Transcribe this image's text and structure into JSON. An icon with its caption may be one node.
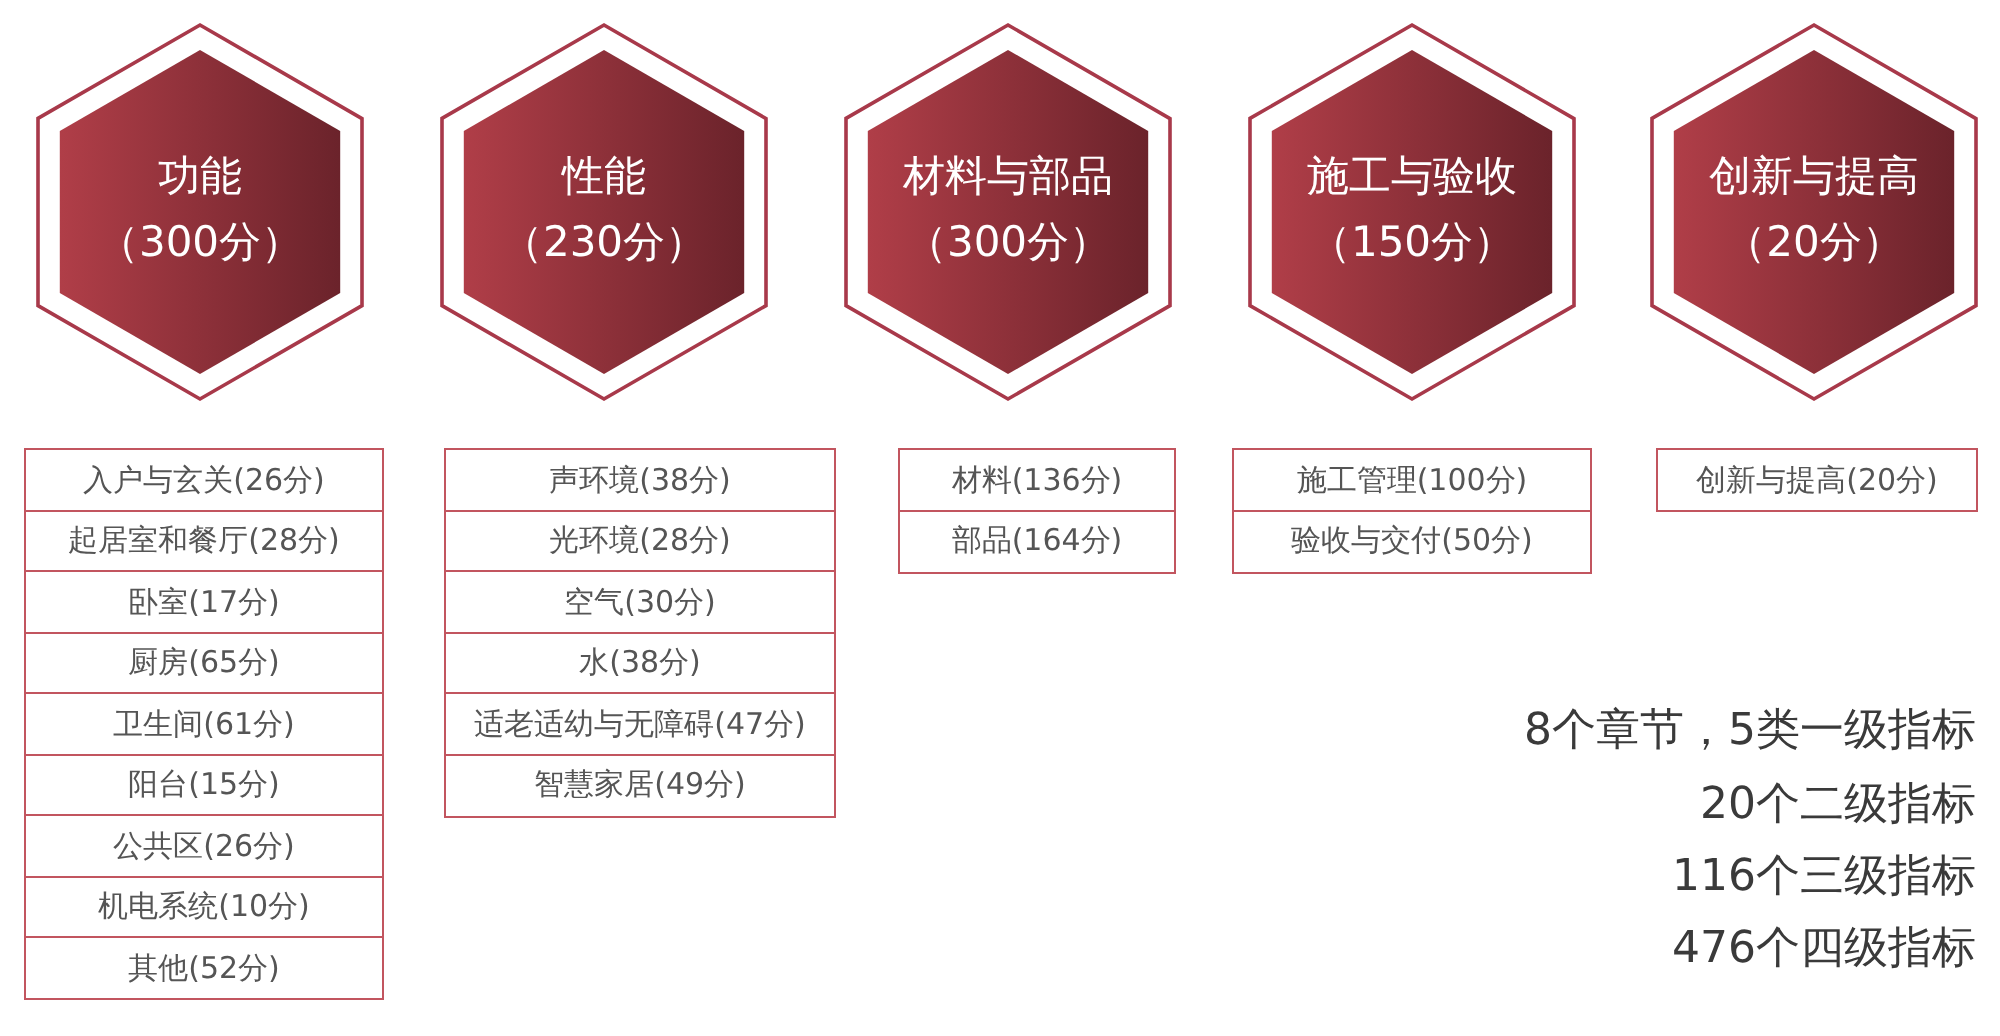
{
  "diagram": {
    "nodes": [
      {
        "text": [
          "功能",
          "（300分）"
        ]
      },
      {
        "text": [
          "性能",
          "（230分）"
        ]
      },
      {
        "text": [
          "材料与部品",
          "（300分）"
        ]
      },
      {
        "text": [
          "施工与验收",
          "（150分）"
        ]
      },
      {
        "text": [
          "创新与提高",
          "（20分）"
        ]
      },
      {
        "text": [
          "入户与玄关(26分)"
        ]
      },
      {
        "text": [
          "起居室和餐厅(28分)"
        ]
      },
      {
        "text": [
          "卧室(17分)"
        ]
      },
      {
        "text": [
          "厨房(65分)"
        ]
      },
      {
        "text": [
          "卫生间(61分)"
        ]
      },
      {
        "text": [
          "阳台(15分)"
        ]
      },
      {
        "text": [
          "公共区(26分)"
        ]
      },
      {
        "text": [
          "机电系统(10分)"
        ]
      },
      {
        "text": [
          "其他(52分)"
        ]
      },
      {
        "text": [
          "声环境(38分)"
        ]
      },
      {
        "text": [
          "光环境(28分)"
        ]
      },
      {
        "text": [
          "空气(30分)"
        ]
      },
      {
        "text": [
          "水(38分)"
        ]
      },
      {
        "text": [
          "适老适幼与无障碍(47分)"
        ]
      },
      {
        "text": [
          "智慧家居(49分)"
        ]
      },
      {
        "text": [
          "材料(136分)"
        ]
      },
      {
        "text": [
          "部品(164分)"
        ]
      },
      {
        "text": [
          "施工管理(100分)"
        ]
      },
      {
        "text": [
          "验收与交付(50分)"
        ]
      },
      {
        "text": [
          "创新与提高(20分)"
        ]
      }
    ],
    "labels": [
      "8个章节，5类一级指标",
      "20个二级指标",
      "116个三级指标",
      "476个四级指标"
    ]
  }
}
